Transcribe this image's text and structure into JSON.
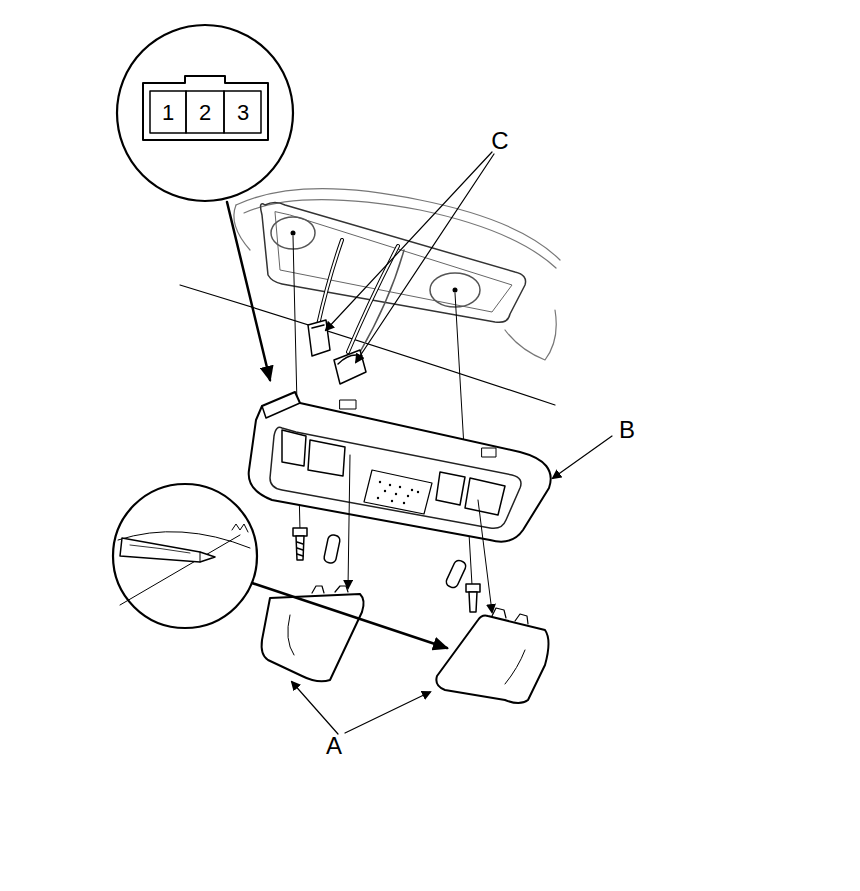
{
  "diagram": {
    "labels": [
      "1",
      "2",
      "3",
      "C",
      "B",
      "A"
    ]
  }
}
